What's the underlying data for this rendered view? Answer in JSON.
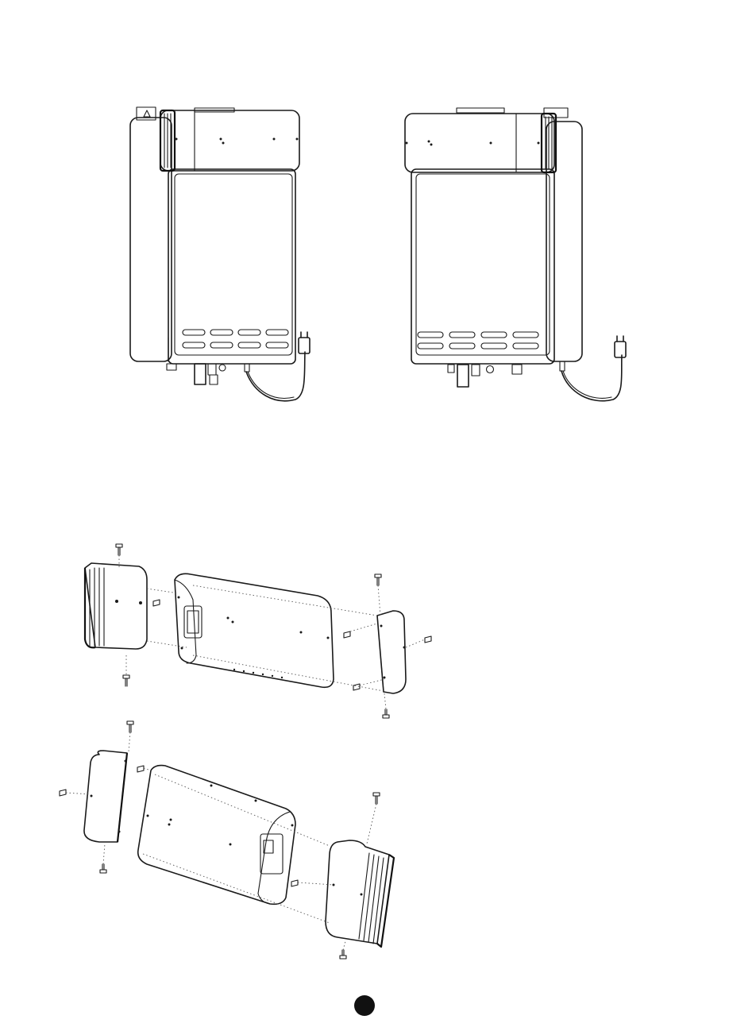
{
  "figures": [
    {
      "id": "front-view-left",
      "kind": "water heater front view, cover handle on left"
    },
    {
      "id": "front-view-right",
      "kind": "water heater front view, cover handle on right"
    },
    {
      "id": "exploded-view-top",
      "kind": "cover exploded assembly, handle side cap on left"
    },
    {
      "id": "exploded-view-bottom",
      "kind": "cover exploded assembly, handle side cap on right"
    }
  ],
  "page_number": "",
  "colors": {
    "line": "#1a1a1a",
    "badge": "#111111",
    "background": "#ffffff"
  }
}
